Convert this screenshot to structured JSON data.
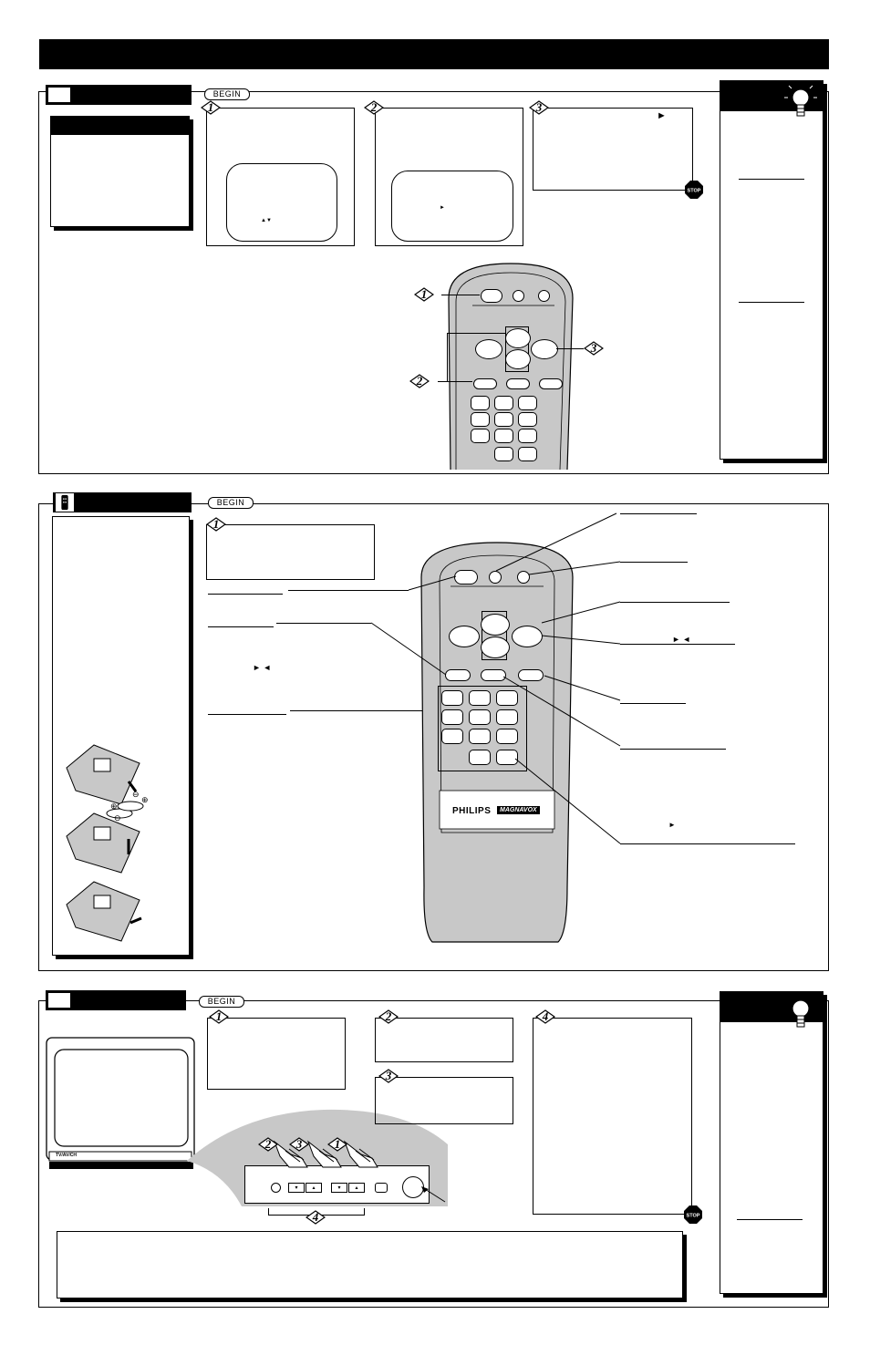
{
  "header_bar": {
    "text": ""
  },
  "begin_label": "BEGIN",
  "steps": {
    "one": "1",
    "two": "2",
    "three": "3",
    "four": "4"
  },
  "glyphs": {
    "up_down": "▲▼",
    "right": "►",
    "right_left": "► ◄",
    "stop": "STOP"
  },
  "remote": {
    "brand_primary": "PHILIPS",
    "brand_secondary": "MAGNAVOX"
  },
  "tv": {
    "front_label": "TV/AV/CH"
  },
  "icons": {
    "tip": "lightbulb-icon",
    "remote": "remote-icon",
    "tv": "tv-icon",
    "stop": "stop-sign-icon",
    "hand": "pointing-hand-icon",
    "arrow": "arrow-icon"
  },
  "colors": {
    "ink": "#000000",
    "paper": "#ffffff",
    "panel_shade": "#c8c8c8"
  }
}
